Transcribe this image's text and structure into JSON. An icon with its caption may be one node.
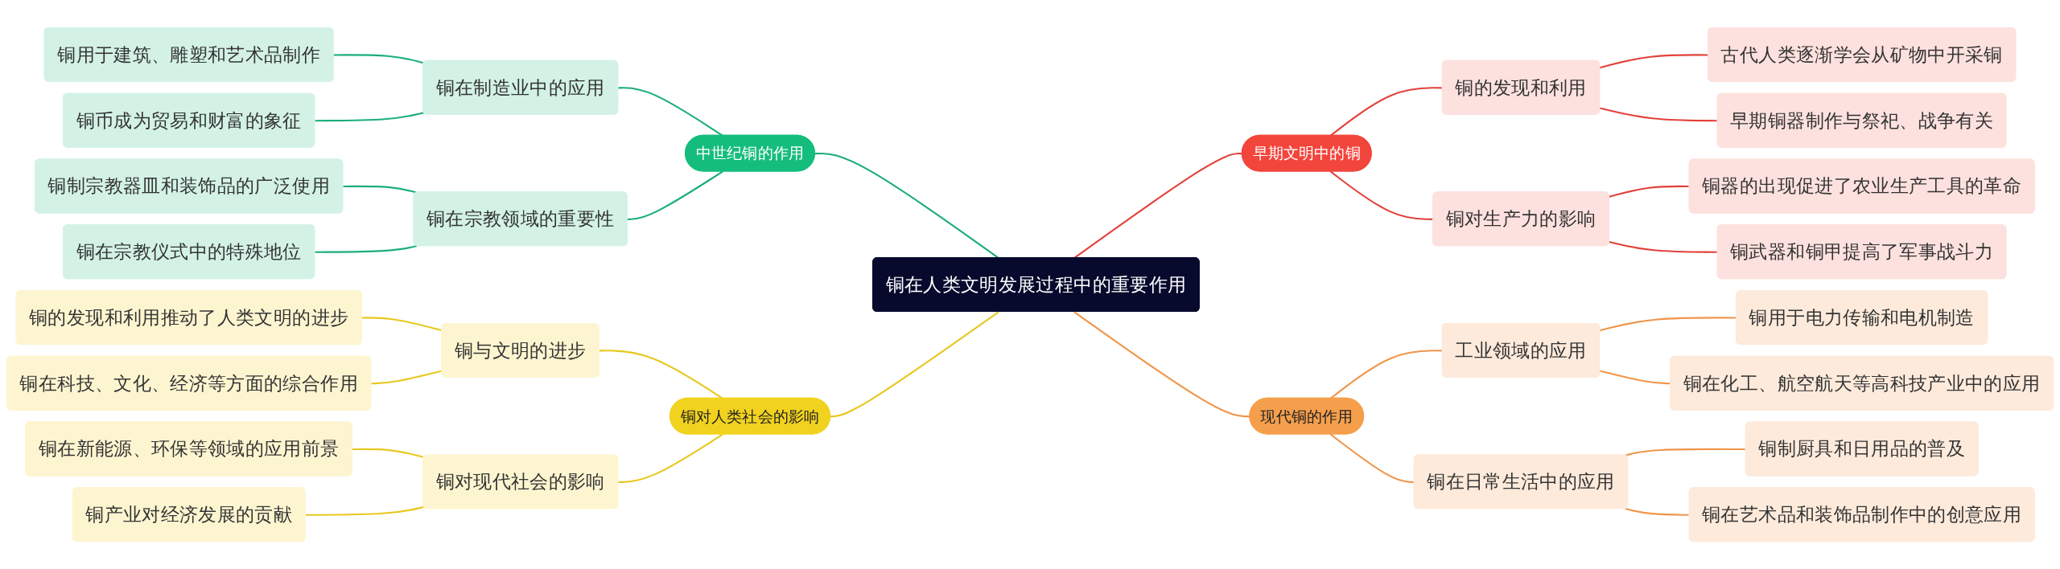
{
  "diagram": {
    "nodes": [
      {
        "text": [
          "铜在人类文明发展过程中的重要作用"
        ]
      },
      {
        "text": [
          "早期文明中的铜"
        ]
      },
      {
        "text": [
          "铜的发现和利用"
        ]
      },
      {
        "text": [
          "古代人类逐渐学会从矿物中开采铜"
        ]
      },
      {
        "text": [
          "早期铜器制作与祭祀、战争有关"
        ]
      },
      {
        "text": [
          "铜对生产力的影响"
        ]
      },
      {
        "text": [
          "铜器的出现促进了农业生产工具的革命"
        ]
      },
      {
        "text": [
          "铜武器和铜甲提高了军事战斗力"
        ]
      },
      {
        "text": [
          "现代铜的作用"
        ]
      },
      {
        "text": [
          "工业领域的应用"
        ]
      },
      {
        "text": [
          "铜用于电力传输和电机制造"
        ]
      },
      {
        "text": [
          "铜在化工、航空航天等高科技产业中的应用"
        ]
      },
      {
        "text": [
          "铜在日常生活中的应用"
        ]
      },
      {
        "text": [
          "铜制厨具和日用品的普及"
        ]
      },
      {
        "text": [
          "铜在艺术品和装饰品制作中的创意应用"
        ]
      },
      {
        "text": [
          "中世纪铜的作用"
        ]
      },
      {
        "text": [
          "铜在制造业中的应用"
        ]
      },
      {
        "text": [
          "铜用于建筑、雕塑和艺术品制作"
        ]
      },
      {
        "text": [
          "铜币成为贸易和财富的象征"
        ]
      },
      {
        "text": [
          "铜在宗教领域的重要性"
        ]
      },
      {
        "text": [
          "铜制宗教器皿和装饰品的广泛使用"
        ]
      },
      {
        "text": [
          "铜在宗教仪式中的特殊地位"
        ]
      },
      {
        "text": [
          "铜对人类社会的影响"
        ]
      },
      {
        "text": [
          "铜与文明的进步"
        ]
      },
      {
        "text": [
          "铜的发现和利用推动了人类文明的进步"
        ]
      },
      {
        "text": [
          "铜在科技、文化、经济等方面的综合作用"
        ]
      },
      {
        "text": [
          "铜对现代社会的影响"
        ]
      },
      {
        "text": [
          "铜在新能源、环保等领域的应用前景"
        ]
      },
      {
        "text": [
          "铜产业对经济发展的贡献"
        ]
      }
    ],
    "edges": [
      {
        "from": 0,
        "to": 1,
        "arrow": "none",
        "color": "#e2413a"
      },
      {
        "from": 1,
        "to": 2,
        "arrow": "none",
        "color": "#e2413a"
      },
      {
        "from": 2,
        "to": 3,
        "arrow": "none",
        "color": "#e2413a"
      },
      {
        "from": 2,
        "to": 4,
        "arrow": "none",
        "color": "#e2413a"
      },
      {
        "from": 1,
        "to": 5,
        "arrow": "none",
        "color": "#e2413a"
      },
      {
        "from": 5,
        "to": 6,
        "arrow": "none",
        "color": "#e2413a"
      },
      {
        "from": 5,
        "to": 7,
        "arrow": "none",
        "color": "#e2413a"
      },
      {
        "from": 0,
        "to": 8,
        "arrow": "none",
        "color": "#f0954a"
      },
      {
        "from": 8,
        "to": 9,
        "arrow": "none",
        "color": "#f0954a"
      },
      {
        "from": 9,
        "to": 10,
        "arrow": "none",
        "color": "#f0954a"
      },
      {
        "from": 9,
        "to": 11,
        "arrow": "none",
        "color": "#f0954a"
      },
      {
        "from": 8,
        "to": 12,
        "arrow": "none",
        "color": "#f0954a"
      },
      {
        "from": 12,
        "to": 13,
        "arrow": "none",
        "color": "#f0954a"
      },
      {
        "from": 12,
        "to": 14,
        "arrow": "none",
        "color": "#f0954a"
      },
      {
        "from": 0,
        "to": 15,
        "arrow": "none",
        "color": "#1aae78"
      },
      {
        "from": 15,
        "to": 16,
        "arrow": "none",
        "color": "#1aae78"
      },
      {
        "from": 16,
        "to": 17,
        "arrow": "none",
        "color": "#1aae78"
      },
      {
        "from": 16,
        "to": 18,
        "arrow": "none",
        "color": "#1aae78"
      },
      {
        "from": 15,
        "to": 19,
        "arrow": "none",
        "color": "#1aae78"
      },
      {
        "from": 19,
        "to": 20,
        "arrow": "none",
        "color": "#1aae78"
      },
      {
        "from": 19,
        "to": 21,
        "arrow": "none",
        "color": "#1aae78"
      },
      {
        "from": 0,
        "to": 22,
        "arrow": "none",
        "color": "#e8c81e"
      },
      {
        "from": 22,
        "to": 23,
        "arrow": "none",
        "color": "#e8c81e"
      },
      {
        "from": 23,
        "to": 24,
        "arrow": "none",
        "color": "#e8c81e"
      },
      {
        "from": 23,
        "to": 25,
        "arrow": "none",
        "color": "#e8c81e"
      },
      {
        "from": 22,
        "to": 26,
        "arrow": "none",
        "color": "#e8c81e"
      },
      {
        "from": 26,
        "to": 27,
        "arrow": "none",
        "color": "#e8c81e"
      },
      {
        "from": 26,
        "to": 28,
        "arrow": "none",
        "color": "#e8c81e"
      }
    ]
  }
}
